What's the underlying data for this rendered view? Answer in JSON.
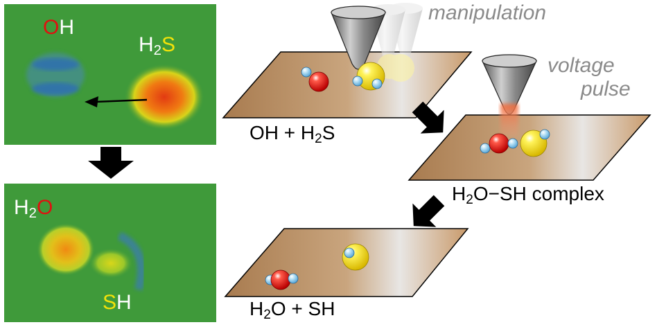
{
  "stm_top": {
    "oh": {
      "o": "O",
      "h": "H"
    },
    "h2s": {
      "h": "H",
      "sub": "2",
      "s": "S"
    }
  },
  "stm_bottom": {
    "h2o": {
      "h": "H",
      "sub": "2",
      "o": "O"
    },
    "sh": {
      "s": "S",
      "h": "H"
    }
  },
  "labels": {
    "manipulation": "manipulation",
    "voltage": "voltage",
    "pulse": "pulse",
    "step1": {
      "a": "OH + H",
      "sub": "2",
      "b": "S"
    },
    "step2": {
      "a": "H",
      "sub": "2",
      "b": "O−SH complex"
    },
    "step3": {
      "a": "H",
      "sub": "2",
      "b": "O + SH"
    }
  },
  "colors": {
    "oxygen": "#e01010",
    "sulfur": "#f2e20a",
    "hydrogen": "#9fd3ee",
    "stm_background": "#3f9a3a",
    "surface": "#b8895a"
  }
}
